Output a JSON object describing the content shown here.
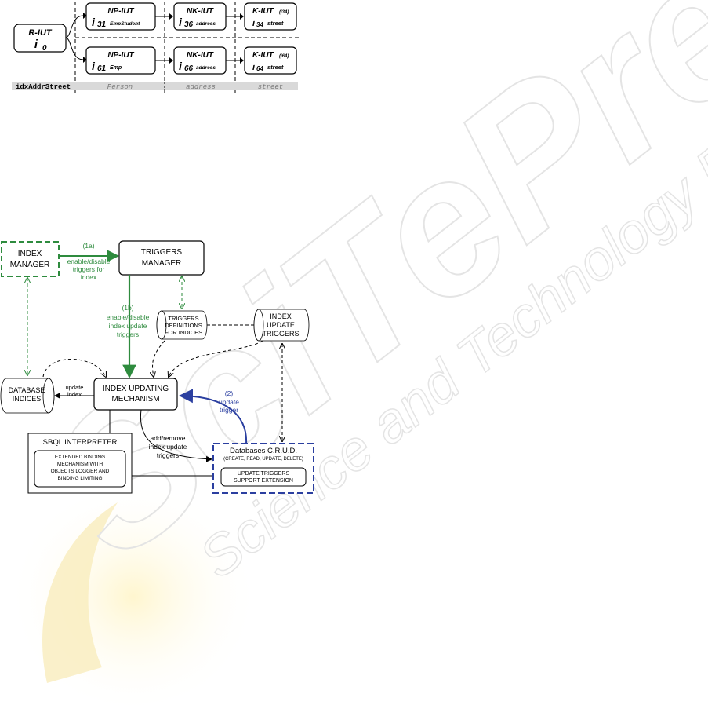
{
  "watermark": {
    "brand": "SciTePress",
    "tagline": "Science and Technology Publications"
  },
  "figure1": {
    "root": {
      "title": "R-IUT",
      "var": "i",
      "sub": "0"
    },
    "upper_row": [
      {
        "title": "NP-IUT",
        "var": "i",
        "sub": "31",
        "label": "EmpStudent"
      },
      {
        "title": "NK-IUT",
        "var": "i",
        "sub": "36",
        "label": "address"
      },
      {
        "title": "K-IUT",
        "title_suffix": "(i34)",
        "var": "i",
        "sub": "34",
        "label": "street"
      }
    ],
    "lower_row": [
      {
        "title": "NP-IUT",
        "var": "i",
        "sub": "61",
        "label": "Emp"
      },
      {
        "title": "NK-IUT",
        "var": "i",
        "sub": "66",
        "label": "address"
      },
      {
        "title": "K-IUT",
        "title_suffix": "(i64)",
        "var": "i",
        "sub": "64",
        "label": "street"
      }
    ],
    "band": {
      "index_name": "idxAddrStreet",
      "columns": [
        "Person",
        "address",
        "street"
      ]
    }
  },
  "figure2": {
    "index_manager": [
      "INDEX",
      "MANAGER"
    ],
    "triggers_manager": [
      "TRIGGERS",
      "MANAGER"
    ],
    "label_1a": [
      "(1a)",
      "enable/disable",
      "triggers for",
      "index"
    ],
    "label_1b": [
      "(1b)",
      "enable/disable",
      "index update",
      "triggers"
    ],
    "trig_defs": [
      "TRIGGERS",
      "DEFINITIONS",
      "FOR INDICES"
    ],
    "index_update_triggers": [
      "INDEX",
      "UPDATE",
      "TRIGGERS"
    ],
    "database_indices": [
      "DATABASE",
      "INDICES"
    ],
    "update_index": [
      "update",
      "index"
    ],
    "index_updating": [
      "INDEX UPDATING",
      "MECHANISM"
    ],
    "label_2": [
      "(2)",
      "update",
      "trigger"
    ],
    "sbql_title": "SBQL INTERPRETER",
    "sbql_inner": [
      "EXTENDED BINDING",
      "MECHANISM WITH",
      "OBJECTS LOGGER AND",
      "BINDING LIMITING"
    ],
    "add_remove": [
      "add/remove",
      "index update",
      "triggers"
    ],
    "crud_title": "Databases C.R.U.D.",
    "crud_sub": "(CREATE, READ, UPDATE, DELETE)",
    "crud_inner": [
      "UPDATE TRIGGERS",
      "SUPPORT EXTENSION"
    ]
  },
  "colors": {
    "green": "#2e8b3e",
    "blue": "#2b3fa0",
    "band": "#d9d9d9",
    "watermark": "#e6e6e6",
    "watermark_logo": "#f7e7a8"
  }
}
